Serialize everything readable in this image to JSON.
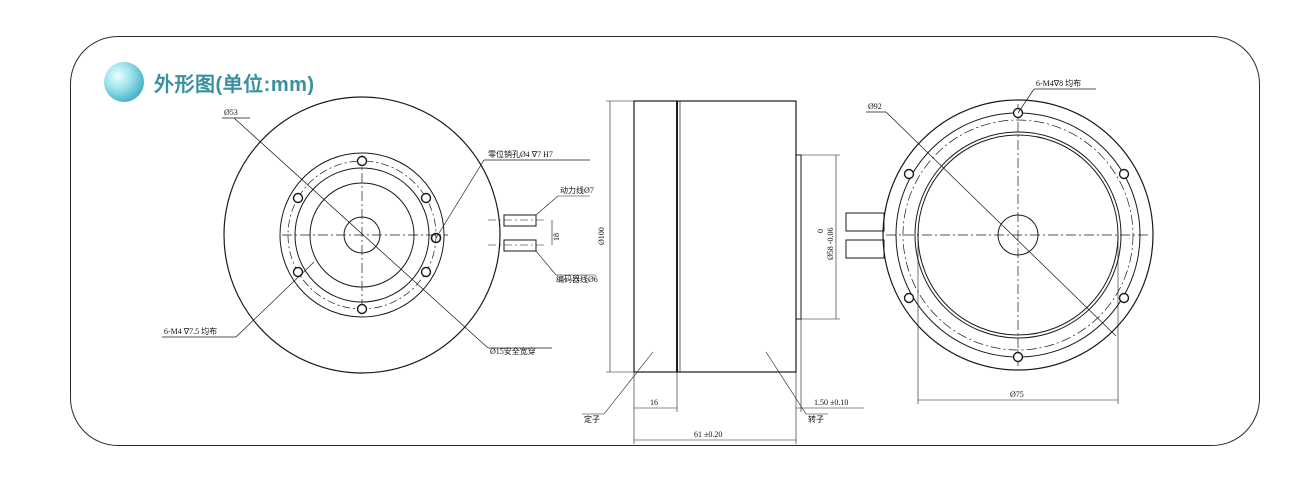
{
  "header": {
    "title": "外形图(单位:mm)"
  },
  "front_view": {
    "dia_outer": "Ø53",
    "pin_hole": "零位销孔Ø4 ∇7 H7",
    "holes": "6-M4 ∇7.5 均布",
    "bore": "Ø15安全宽穿"
  },
  "cables": {
    "power": "动力线Ø7",
    "encoder": "编码器线Ø6",
    "spacing": "18"
  },
  "side_view": {
    "dia_body": "Ø100",
    "dia_spigot_top": "0",
    "dia_spigot": "Ø58 -0.06",
    "len_16": "16",
    "len_total": "61 ±0.20",
    "len_150": "1.50 ±0.10",
    "stator": "定子",
    "rotor": "转子"
  },
  "rear_view": {
    "holes": "6-M4∇8 均布",
    "dia_bolt": "Ø92",
    "dia_inner": "Ø75"
  }
}
